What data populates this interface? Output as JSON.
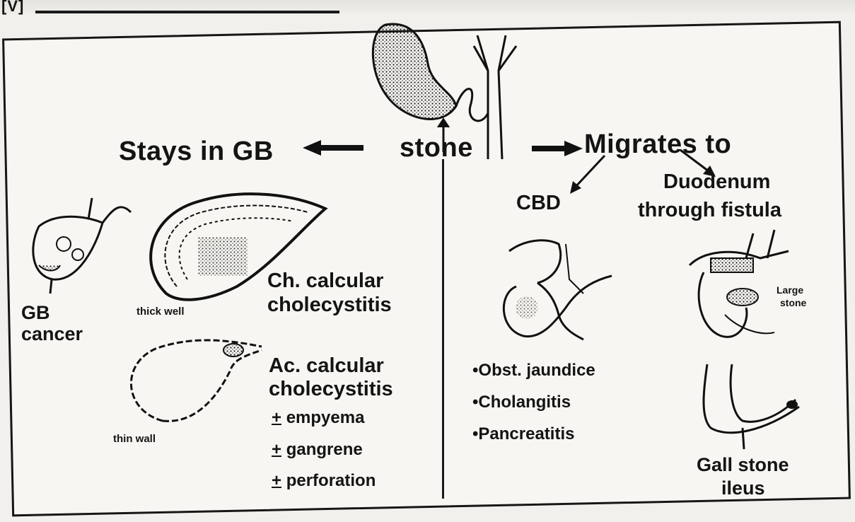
{
  "header": {
    "section_label": "[V]"
  },
  "center": {
    "stone_label": "stone"
  },
  "left": {
    "heading": "Stays in GB",
    "gb_cancer": [
      "GB",
      "cancer"
    ],
    "thick_wall": "thick well",
    "chronic": [
      "Ch. calcular",
      "cholecystitis"
    ],
    "thin_wall": "thin wall",
    "acute": [
      "Ac. calcular",
      "cholecystitis"
    ],
    "complications": [
      "empyema",
      "gangrene",
      "perforation"
    ],
    "pm_symbol": "+"
  },
  "right": {
    "heading": "Migrates to",
    "cbd": "CBD",
    "duodenum": [
      "Duodenum",
      "through fistula"
    ],
    "cbd_effects": [
      "•Obst. jaundice",
      "•Cholangitis",
      "•Pancreatitis"
    ],
    "large_stone": [
      "Large",
      "stone"
    ],
    "ileus": [
      "Gall stone",
      "ileus"
    ]
  },
  "colors": {
    "ink": "#141414",
    "paper": "#f7f6f2"
  }
}
